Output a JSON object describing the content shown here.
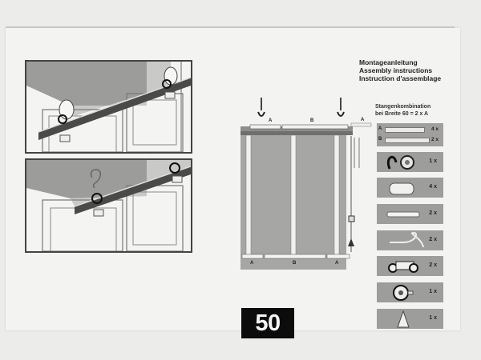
{
  "document": {
    "title_lines": [
      "Montageanleitung",
      "Assembly instructions",
      "Instruction d'assemblage"
    ],
    "rod_combination": {
      "heading": "Stangenkombination",
      "subheading": "bei Breite 60 = 2 x A"
    },
    "rods": [
      {
        "label": "A",
        "qty": "4 x"
      },
      {
        "label": "B",
        "qty": "2 x"
      }
    ],
    "parts": [
      {
        "icon": "adhesive-tape-icon",
        "qty": "1 x"
      },
      {
        "icon": "end-cap-icon",
        "qty": "4 x"
      },
      {
        "icon": "wall-plug-icon",
        "qty": "2 x"
      },
      {
        "icon": "hook-icon",
        "qty": "2 x"
      },
      {
        "icon": "clip-holder-icon",
        "qty": "2 x"
      },
      {
        "icon": "pulley-icon",
        "qty": "1 x"
      },
      {
        "icon": "cord-weight-icon",
        "qty": "1 x"
      }
    ],
    "diagram_labels": {
      "top": [
        "A",
        "B",
        "A"
      ],
      "bottom": [
        "A",
        "B",
        "A"
      ]
    },
    "size_badge": "50",
    "colors": {
      "paper": "#f3f3f1",
      "panel_gray": "#9d9d9b",
      "blind_gray": "#a6a6a4",
      "badge_bg": "#0c0c0c"
    }
  }
}
